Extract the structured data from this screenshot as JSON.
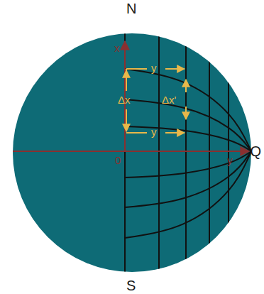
{
  "diagram": {
    "labels": [
      "N",
      "S",
      "Q",
      "x",
      "0",
      "y",
      "y",
      "Δx",
      "y",
      "Δx'"
    ]
  }
}
